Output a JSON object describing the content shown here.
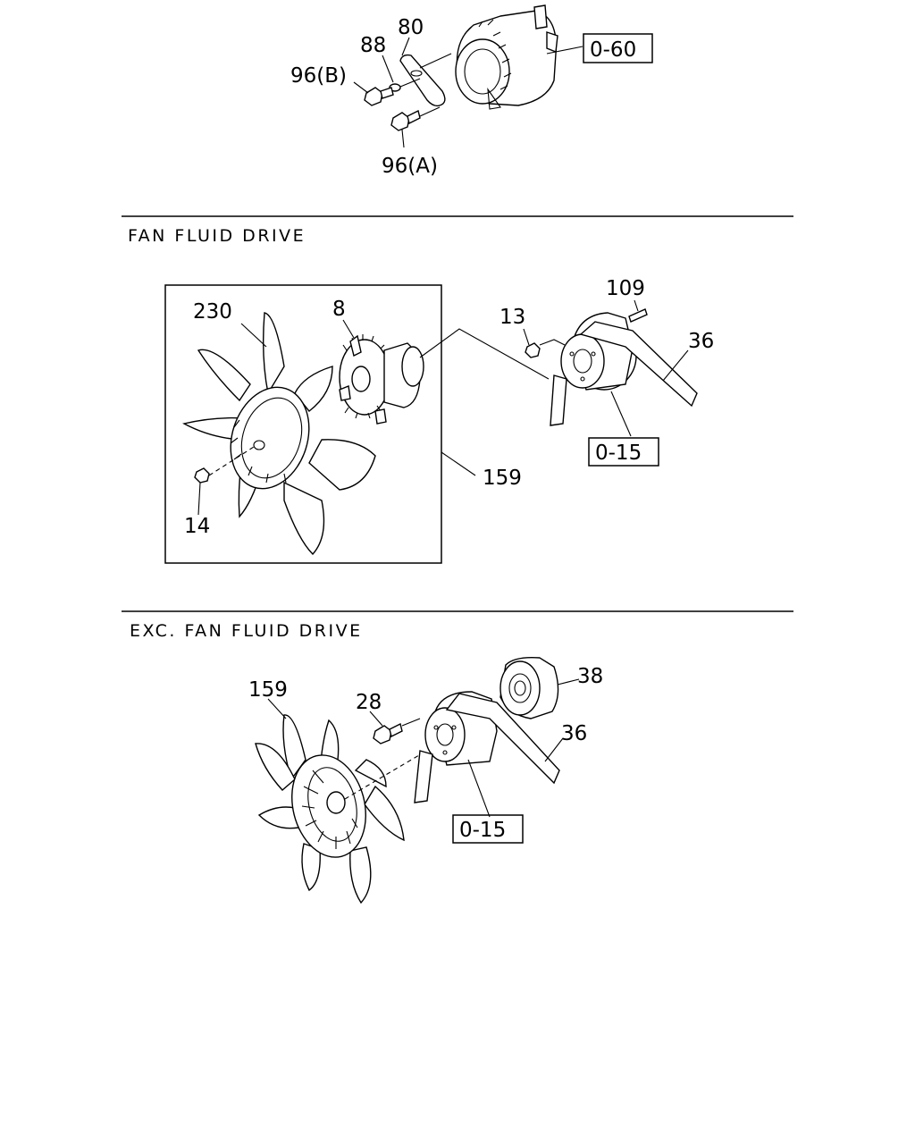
{
  "sections": {
    "fan_fluid_drive": {
      "caption": "FAN FLUID DRIVE"
    },
    "exc_fan_fluid_drive": {
      "caption": "EXC. FAN FLUID DRIVE"
    }
  },
  "callouts": {
    "top": {
      "p80": "80",
      "p88": "88",
      "p96b": "96(B)",
      "p96a": "96(A)",
      "ref_0_60": "0-60"
    },
    "fluid": {
      "p230": "230",
      "p8": "8",
      "p14": "14",
      "p159": "159",
      "p13": "13",
      "p109": "109",
      "p36": "36",
      "ref_0_15": "0-15"
    },
    "exc": {
      "p159": "159",
      "p28": "28",
      "p38": "38",
      "p36": "36",
      "ref_0_15": "0-15"
    }
  }
}
